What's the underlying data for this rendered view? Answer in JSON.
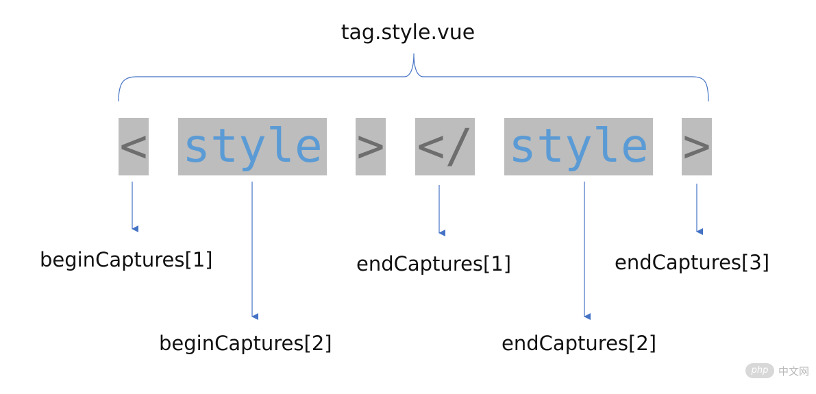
{
  "title": "tag.style.vue",
  "tokens": [
    "<",
    "style",
    ">",
    "</",
    "style",
    ">"
  ],
  "labels": [
    "beginCaptures[1]",
    "beginCaptures[2]",
    "endCaptures[1]",
    "endCaptures[2]",
    "endCaptures[3]"
  ],
  "colors": {
    "token_background": "#bdbdbd",
    "punctuation": "#6e6e6e",
    "tag_name": "#5b9bd5",
    "connector": "#4472c4"
  },
  "watermark": {
    "logo": "php",
    "text": "中文网"
  }
}
